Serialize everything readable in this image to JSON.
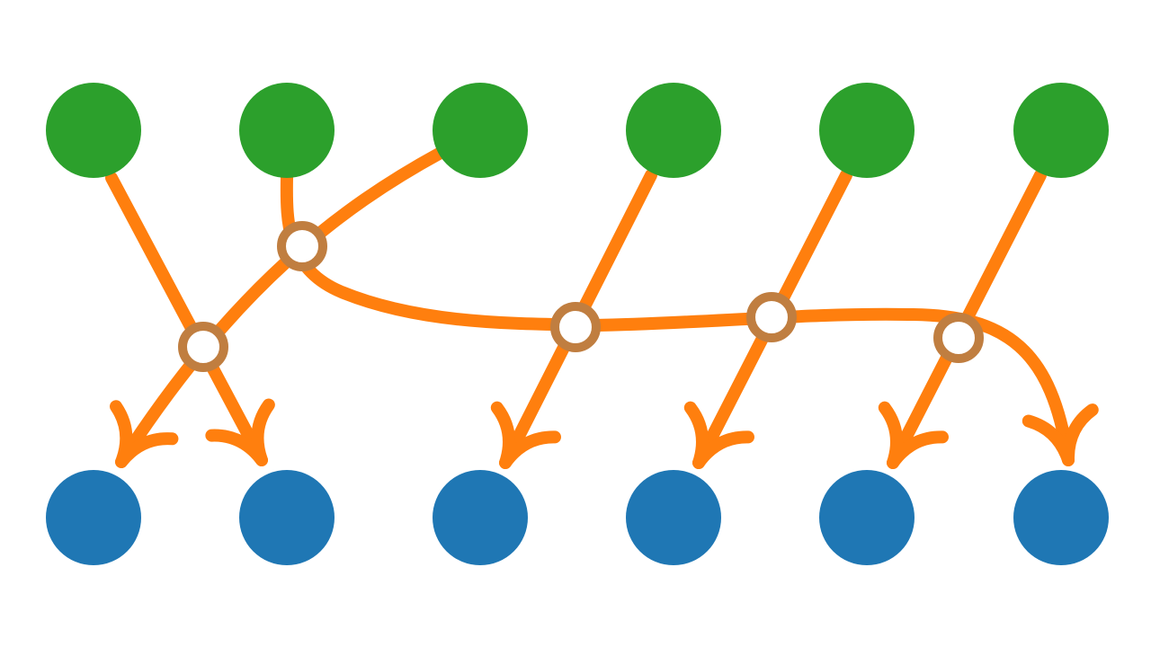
{
  "diagram": {
    "colors": {
      "background": "#ffffff",
      "input_node": "#2ca02c",
      "output_node": "#1f77b4",
      "edge": "#ff7f0e",
      "crossing_ring": "#c07e40",
      "crossing_fill": "#ffffff"
    },
    "input_nodes": [
      {
        "id": "in-1"
      },
      {
        "id": "in-2"
      },
      {
        "id": "in-3"
      },
      {
        "id": "in-4"
      },
      {
        "id": "in-5"
      },
      {
        "id": "in-6"
      }
    ],
    "output_nodes": [
      {
        "id": "out-1"
      },
      {
        "id": "out-2"
      },
      {
        "id": "out-3"
      },
      {
        "id": "out-4"
      },
      {
        "id": "out-5"
      },
      {
        "id": "out-6"
      }
    ],
    "crossings": [
      {
        "id": "cross-1"
      },
      {
        "id": "cross-2"
      },
      {
        "id": "cross-3"
      },
      {
        "id": "cross-4"
      },
      {
        "id": "cross-5"
      }
    ],
    "edges": [
      {
        "id": "edge-in1-out2",
        "from": "in-1",
        "to": "out-2"
      },
      {
        "id": "edge-in3-out1",
        "from": "in-3",
        "to": "out-1"
      },
      {
        "id": "edge-in2-out6",
        "from": "in-2",
        "to": "out-6"
      },
      {
        "id": "edge-in4-out3",
        "from": "in-4",
        "to": "out-3"
      },
      {
        "id": "edge-in5-out4",
        "from": "in-5",
        "to": "out-4"
      },
      {
        "id": "edge-in6-out5",
        "from": "in-6",
        "to": "out-5"
      }
    ]
  }
}
